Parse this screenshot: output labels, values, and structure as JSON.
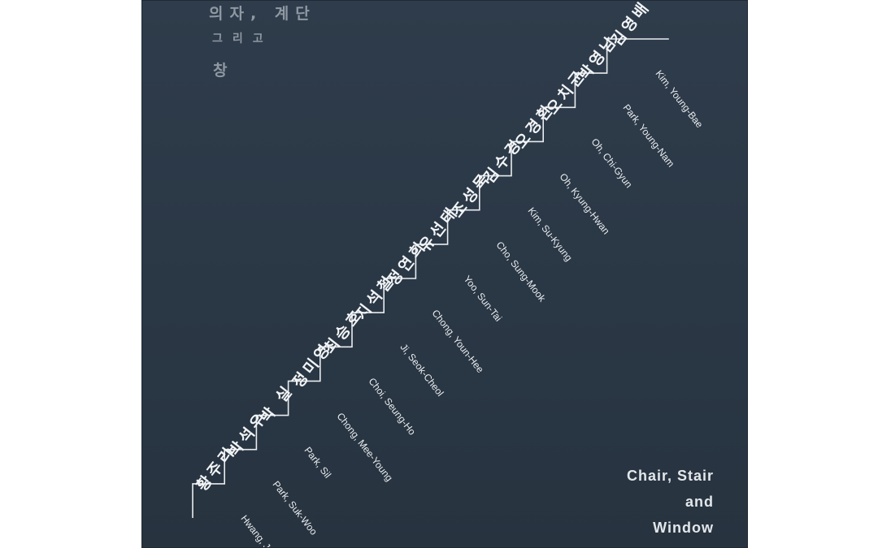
{
  "cover": {
    "title_ko": [
      "의자, 계단",
      "그리고",
      "창"
    ],
    "title_en": [
      "Chair, Stair",
      "and",
      "Window"
    ],
    "artists": [
      {
        "ko": "김영배",
        "en": "Kim, Young-Bae"
      },
      {
        "ko": "박영남",
        "en": "Park, Young-Nam"
      },
      {
        "ko": "오치균",
        "en": "Oh, Chi-Gyun"
      },
      {
        "ko": "오경환",
        "en": "Oh, Kyung-Hwan"
      },
      {
        "ko": "김수경",
        "en": "Kim, Su-Kyung"
      },
      {
        "ko": "조성묵",
        "en": "Cho, Sung-Mook"
      },
      {
        "ko": "유선태",
        "en": "Yoo, Sun-Tai"
      },
      {
        "ko": "정연희",
        "en": "Chong, Youn-Hee"
      },
      {
        "ko": "지석철",
        "en": "Ji, Seok-Cheol"
      },
      {
        "ko": "최승호",
        "en": "Choi, Seung-Ho"
      },
      {
        "ko": "정미영",
        "en": "Chong, Mee-Young"
      },
      {
        "ko": "박 실",
        "en": "Park, Sil"
      },
      {
        "ko": "박석우",
        "en": "Park, Suk-Woo"
      },
      {
        "ko": "황주리",
        "en": "Hwang, Julie"
      }
    ]
  },
  "colors": {
    "cover_bg": "#2c3947",
    "stair_line": "#e8ecef",
    "korean_title": "#8f99a3",
    "text_light": "#f2f4f6"
  }
}
